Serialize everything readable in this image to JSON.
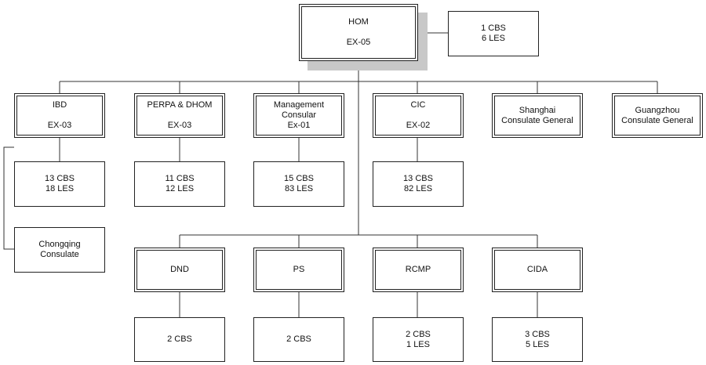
{
  "hom": {
    "title": "HOM",
    "grade": "EX-05"
  },
  "hom_staff": {
    "cbs": "1 CBS",
    "les": "6 LES"
  },
  "row1": {
    "ibd": {
      "title": "IBD",
      "grade": "EX-03"
    },
    "perpa": {
      "title": "PERPA & DHOM",
      "grade": "EX-03"
    },
    "management": {
      "line1": "Management",
      "line2": "Consular",
      "grade": "Ex-01"
    },
    "cic": {
      "title": "CIC",
      "grade": "EX-02"
    },
    "shanghai": {
      "line1": "Shanghai",
      "line2": "Consulate General"
    },
    "guangzhou": {
      "line1": "Guangzhou",
      "line2": "Consulate General"
    }
  },
  "row1_staff": {
    "ibd": {
      "cbs": "13 CBS",
      "les": "18 LES"
    },
    "perpa": {
      "cbs": "11 CBS",
      "les": "12 LES"
    },
    "management": {
      "cbs": "15 CBS",
      "les": "83 LES"
    },
    "cic": {
      "cbs": "13 CBS",
      "les": "82 LES"
    }
  },
  "chongqing": {
    "line1": "Chongqing",
    "line2": "Consulate"
  },
  "row2": {
    "dnd": {
      "title": "DND"
    },
    "ps": {
      "title": "PS"
    },
    "rcmp": {
      "title": "RCMP"
    },
    "cida": {
      "title": "CIDA"
    }
  },
  "row2_staff": {
    "dnd": {
      "cbs": "2 CBS"
    },
    "ps": {
      "cbs": "2 CBS"
    },
    "rcmp": {
      "cbs": "2 CBS",
      "les": "1 LES"
    },
    "cida": {
      "cbs": "3 CBS",
      "les": "5 LES"
    }
  }
}
